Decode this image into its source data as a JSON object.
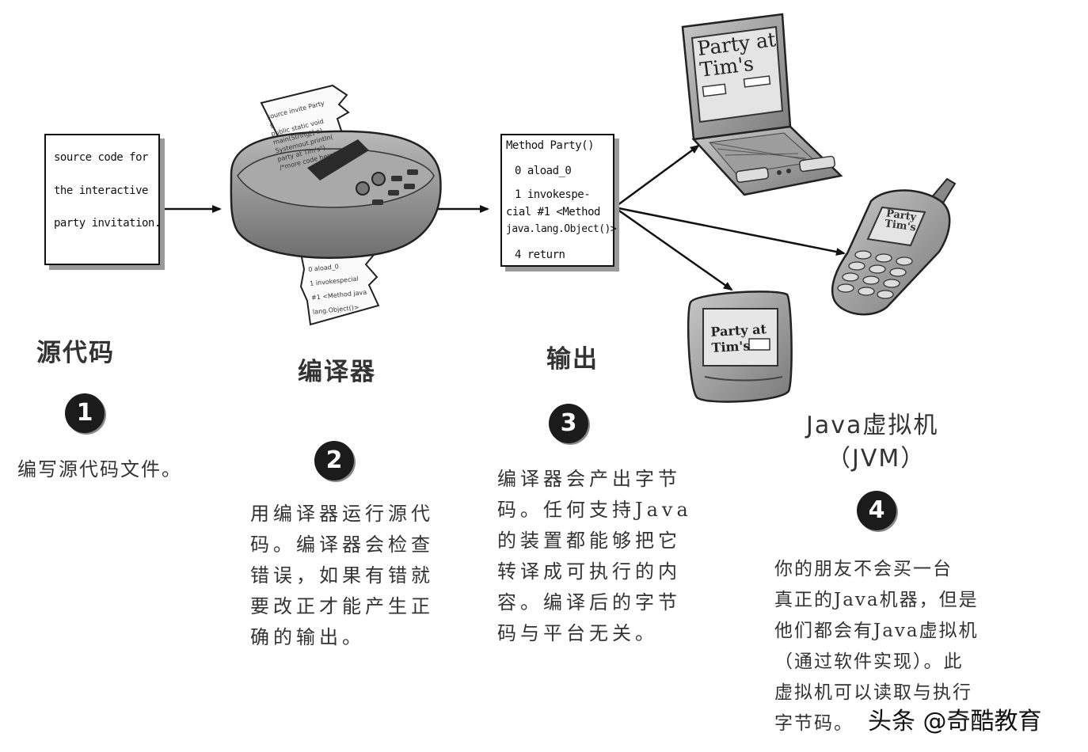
{
  "source_box": {
    "lines": [
      "source code for",
      "the interactive",
      "party invitation."
    ]
  },
  "bytecode_box": {
    "lines": [
      "Method Party()",
      "0 aload_0",
      "1 invokespe-",
      "cial #1 <Method",
      "java.lang.Object()>",
      "4 return"
    ]
  },
  "printer_paper_in": {
    "lines": [
      "source invite Party {",
      "public static void",
      "main(String[] a)",
      "Systemout.println(",
      "party at Tim's\")",
      "/*more code here*/"
    ]
  },
  "printer_paper_out": {
    "lines": [
      "0 aload_0",
      "1 invokespecial",
      "#1 <Method java",
      "lang.Object()>"
    ]
  },
  "devices": {
    "laptop_screen": [
      "Party at",
      "Tim's"
    ],
    "phone_screen": [
      "Party",
      "Tim's"
    ],
    "pda_screen": [
      "Party at",
      "Tim's"
    ]
  },
  "steps": [
    {
      "number": "1",
      "title": "源代码",
      "desc": [
        "编写源代码文件。"
      ]
    },
    {
      "number": "2",
      "title": "编译器",
      "desc": [
        "用编译器运行源代",
        "码。编译器会检查",
        "错误，如果有错就",
        "要改正才能产生正",
        "确的输出。"
      ]
    },
    {
      "number": "3",
      "title": "输出",
      "desc": [
        "编译器会产出字节",
        "码。任何支持Java",
        "的装置都能够把它",
        "转译成可执行的内",
        "容。编译后的字节",
        "码与平台无关。"
      ]
    },
    {
      "number": "4",
      "title": "Java虚拟机",
      "subtitle": "（JVM）",
      "desc": [
        "你的朋友不会买一台",
        "真正的Java机器，但是",
        "他们都会有Java虚拟机",
        "（通过软件实现）。此",
        "虚拟机可以读取与执行",
        "字节码。"
      ]
    }
  ],
  "watermark": "头条 @奇酷教育",
  "colors": {
    "ink": "#1b1b1b",
    "device_gray": "#8c8c8c",
    "shadow": "#9a9a9a"
  }
}
